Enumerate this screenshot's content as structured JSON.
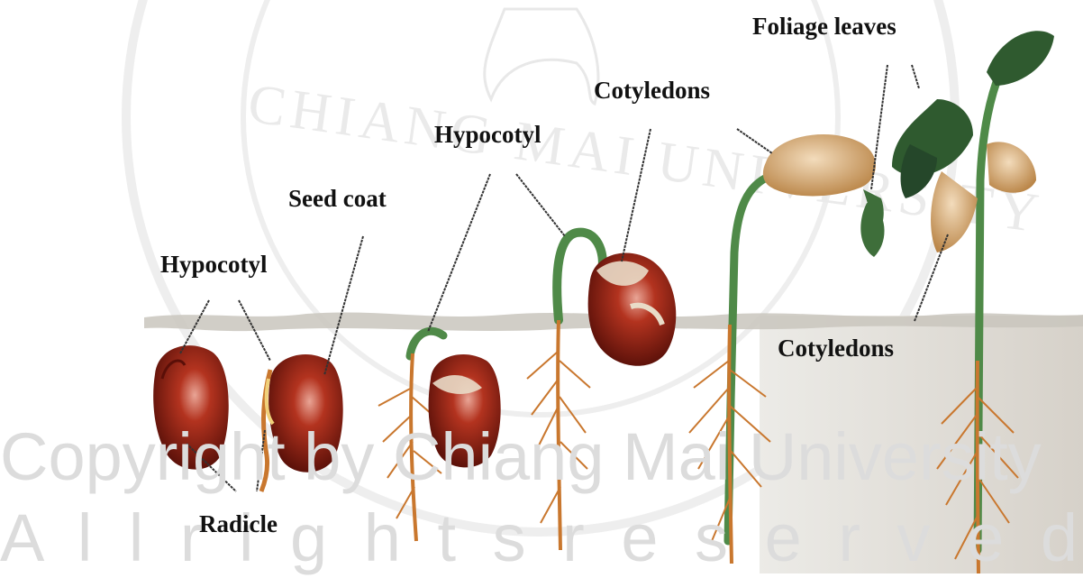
{
  "labels": {
    "hypocotyl_1": "Hypocotyl",
    "radicle": "Radicle",
    "seed_coat": "Seed coat",
    "hypocotyl_2": "Hypocotyl",
    "cotyledons_top": "Cotyledons",
    "foliage_leaves": "Foliage leaves",
    "cotyledons_bottom": "Cotyledons"
  },
  "watermark": {
    "copyright": "Copyright by Chiang Mai University",
    "rights": "A l l   r i g h t s   r e s e r v e d",
    "seal_text": "CHIANG MAI UNIVERSITY"
  },
  "colors": {
    "seed": "#8e1f12",
    "seed_highlight": "#e8a090",
    "root": "#c9772e",
    "stem": "#4f8a48",
    "soil_fill": "#e2dfd9",
    "soil_surface": "#b9b5ac",
    "leaf": "#2f5a2f",
    "cotyledon": "#d7a871",
    "leader_line": "#333333"
  }
}
